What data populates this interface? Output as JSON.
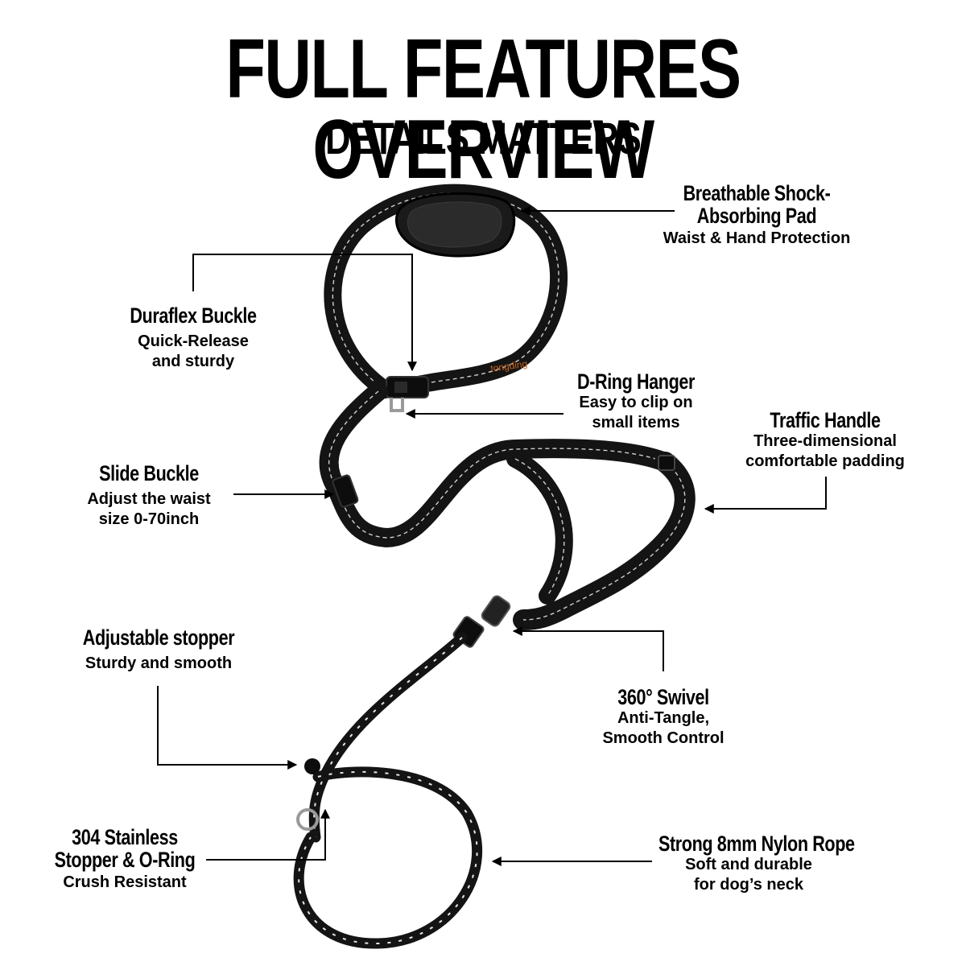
{
  "header": {
    "title": "FULL FEATURES OVERVIEW",
    "subtitle": "DETAILS MATTERS"
  },
  "product": {
    "brand_text": "tongding"
  },
  "features": [
    {
      "id": "pad",
      "title": "Breathable Shock-\nAbsorbing Pad",
      "description": "Waist & Hand Protection"
    },
    {
      "id": "duraflex",
      "title": "Duraflex Buckle",
      "description": "Quick-Release\nand sturdy"
    },
    {
      "id": "dring",
      "title": "D-Ring Hanger",
      "description": "Easy to clip on\nsmall items"
    },
    {
      "id": "traffic",
      "title": "Traffic Handle",
      "description": "Three-dimensional\ncomfortable padding"
    },
    {
      "id": "slide",
      "title": "Slide Buckle",
      "description": "Adjust the waist\nsize 0-70inch"
    },
    {
      "id": "stopper",
      "title": "Adjustable stopper",
      "description": "Sturdy and smooth"
    },
    {
      "id": "swivel",
      "title": "360° Swivel",
      "description": "Anti-Tangle,\nSmooth Control"
    },
    {
      "id": "stainless",
      "title": "304 Stainless\nStopper & O-Ring",
      "description": "Crush Resistant"
    },
    {
      "id": "rope",
      "title": "Strong 8mm Nylon Rope",
      "description": "Soft and durable\nfor dog’s neck"
    }
  ],
  "colors": {
    "background": "#ffffff",
    "text": "#000000",
    "leash": "#141414",
    "reflective_stitch": "#cfcfcf",
    "brand_accent": "#c8661e"
  }
}
